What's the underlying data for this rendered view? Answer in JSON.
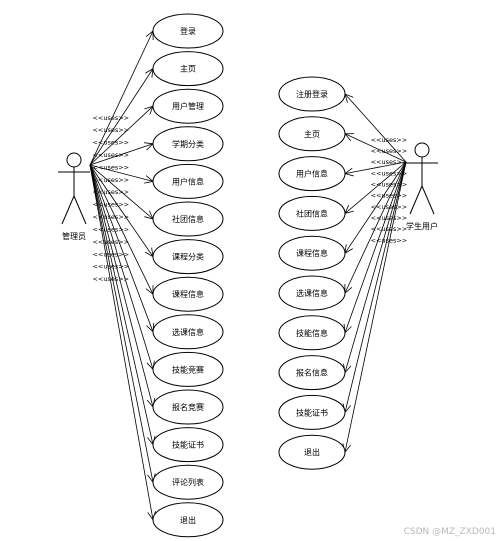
{
  "diagram": {
    "admin": {
      "name": "管理员",
      "use_cases": [
        "登录",
        "主页",
        "用户管理",
        "学期分类",
        "用户信息",
        "社团信息",
        "课程分类",
        "课程信息",
        "选课信息",
        "技能竞赛",
        "报名竞赛",
        "技能证书",
        "评论列表",
        "退出"
      ]
    },
    "student": {
      "name": "学生用户",
      "use_cases": [
        "注册登录",
        "主页",
        "用户信息",
        "社团信息",
        "课程信息",
        "选课信息",
        "技能信息",
        "报名信息",
        "技能证书",
        "退出"
      ]
    },
    "stereotype": "<<uses>>"
  },
  "watermark": "CSDN @MZ_ZXD001"
}
